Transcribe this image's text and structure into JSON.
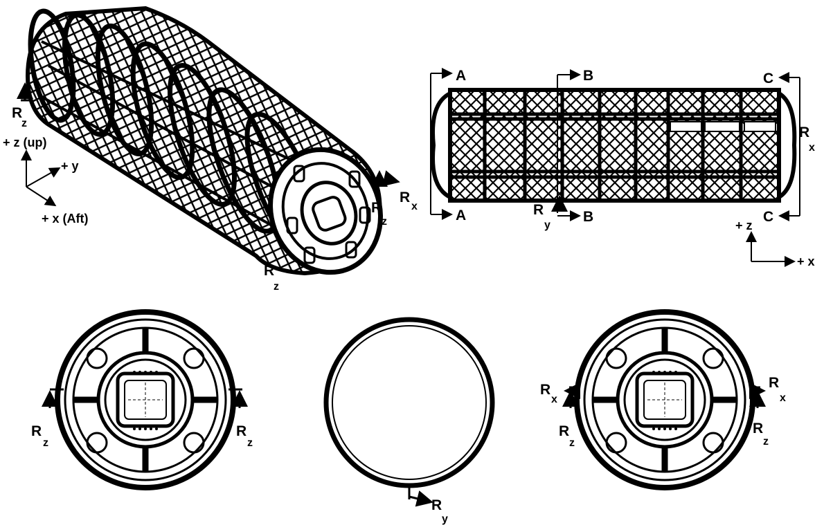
{
  "isometric": {
    "axes": {
      "z": "+ z (up)",
      "y": "+ y",
      "x": "+ x (Aft)"
    },
    "reactions": {
      "rz_left": {
        "main": "R",
        "sub": "z"
      },
      "rx_right": {
        "main": "R",
        "sub": "x"
      },
      "rz_right": {
        "main": "R",
        "sub": "z"
      },
      "rz_bottom": {
        "main": "R",
        "sub": "z"
      }
    }
  },
  "side_view": {
    "sections": {
      "a_top": "A",
      "a_bottom": "A",
      "b_top": "B",
      "b_bottom": "B",
      "c_top": "C",
      "c_bottom": "C"
    },
    "reactions": {
      "ry": {
        "main": "R",
        "sub": "y"
      },
      "rx_end": {
        "main": "R",
        "sub": "x"
      }
    },
    "axes": {
      "z": "+ z",
      "x": "+ x"
    }
  },
  "section_a": {
    "reactions": {
      "rz_left": {
        "main": "R",
        "sub": "z"
      },
      "rz_right": {
        "main": "R",
        "sub": "z"
      }
    }
  },
  "section_b": {
    "reactions": {
      "ry": {
        "main": "R",
        "sub": "y"
      }
    }
  },
  "section_c": {
    "reactions": {
      "rx_left": {
        "main": "R",
        "sub": "x"
      },
      "rx_right": {
        "main": "R",
        "sub": "x"
      },
      "rz_left": {
        "main": "R",
        "sub": "z"
      },
      "rz_right": {
        "main": "R",
        "sub": "z"
      }
    }
  }
}
